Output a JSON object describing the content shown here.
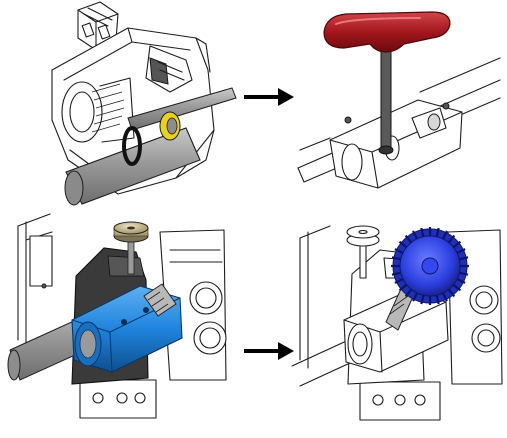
{
  "diagram": {
    "colors": {
      "line": "#1e1e1e",
      "pipe": "#8d8d8d",
      "pipe_highlight": "#c9c9c9",
      "yellow_ring": "#e8d21c",
      "red_handle": "#a3161c",
      "red_handle_highlight": "#d2454a",
      "blue_clamp": "#1f84dd",
      "blue_clamp_shadow": "#0d4f8f",
      "blue_gear": "#2b3fe0",
      "knob": "#c9bb8f",
      "dark_bracket": "#3a3a3a",
      "arrow": "#000000"
    },
    "steps": [
      {
        "icon": "cutaway-clamp-with-yellow-ring"
      },
      {
        "icon": "t-handle-wrench-inserted"
      },
      {
        "icon": "blue-clamp-mounted-with-knob"
      },
      {
        "icon": "blue-gear-on-mechanism"
      }
    ],
    "arrows": [
      {
        "icon": "arrow-right-icon"
      },
      {
        "icon": "arrow-right-icon"
      }
    ]
  }
}
